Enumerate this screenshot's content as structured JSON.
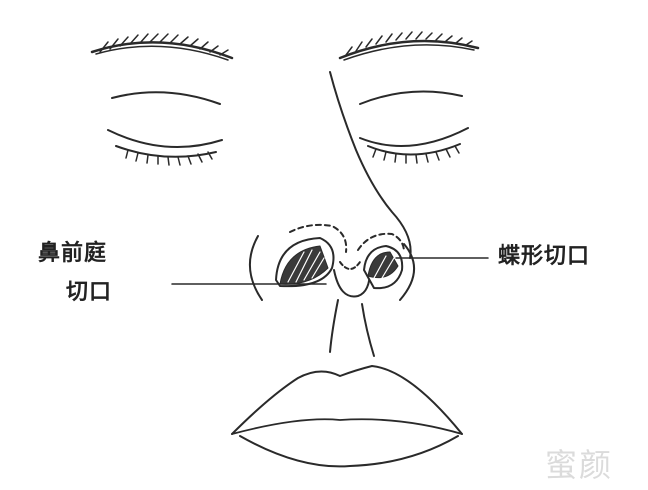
{
  "labels": {
    "vestibular_incision_line1": "鼻前庭",
    "vestibular_incision_line2": "切口",
    "butterfly_incision": "蝶形切口"
  },
  "watermark": "蜜颜",
  "colors": {
    "line": "#2a2a2a",
    "text": "#222222",
    "background": "#ffffff",
    "watermark": "#bebebe"
  }
}
